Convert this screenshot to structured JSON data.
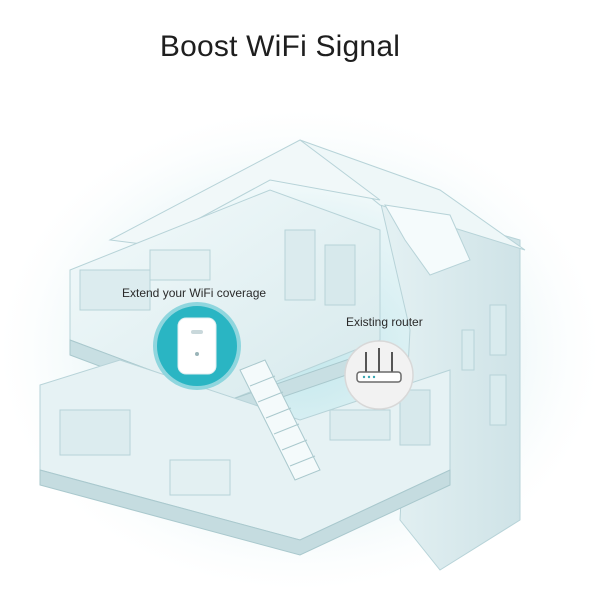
{
  "headline": "Boost WiFi Signal",
  "callouts": {
    "extender_label": "Extend your WiFi coverage",
    "router_label": "Existing router"
  },
  "colors": {
    "glow": "#cdeaee",
    "house_wall": "#e9f4f6",
    "house_shadow": "#cfe2e6",
    "line": "#9fc3c9",
    "extender_badge": "#2ab5c3",
    "router_badge": "#f2f2f2"
  },
  "icons": {
    "extender": "wifi-extender-icon",
    "router": "wifi-router-icon"
  }
}
